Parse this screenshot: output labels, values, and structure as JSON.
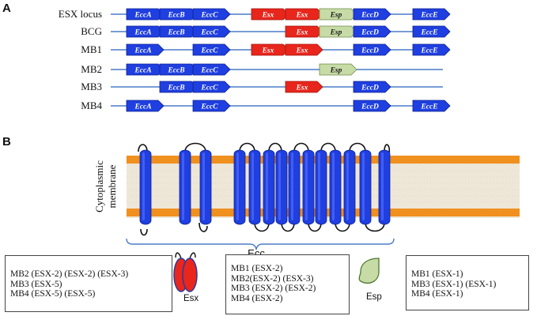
{
  "panel_a": {
    "label": "A",
    "rows": [
      {
        "name": "ESX locus",
        "genes": [
          "EccA",
          "EccB",
          "EccC",
          "Esx",
          "Esx",
          "Esp",
          "EccD",
          "EccE"
        ]
      },
      {
        "name": "BCG",
        "genes": [
          "EccA",
          "EccB",
          "EccC",
          "Esx",
          "Esp",
          "EccD",
          "EccE"
        ]
      },
      {
        "name": "MB1",
        "genes": [
          "EccA",
          "EccC",
          "Esx",
          "Esx",
          "EccD",
          "EccE"
        ]
      },
      {
        "name": "MB2",
        "genes": [
          "EccA",
          "EccB",
          "EccC",
          "Esp"
        ]
      },
      {
        "name": "MB3",
        "genes": [
          "EccB",
          "EccC",
          "Esx",
          "EccD"
        ]
      },
      {
        "name": "MB4",
        "genes": [
          "EccA",
          "EccC",
          "EccD",
          "EccE"
        ]
      }
    ]
  },
  "panel_b": {
    "label": "B",
    "membrane_label": [
      "Cytoplasmic",
      "membrane"
    ],
    "ecc_label": "Ecc",
    "esx_label": "Esx",
    "esp_label": "Esp",
    "box_left": [
      "MB2 (ESX-2) (ESX-2) (ESX-3)",
      "MB3 (ESX-5)",
      "MB4 (ESX-5) (ESX-5)"
    ],
    "box_middle": [
      "MB1 (ESX-2)",
      "MB2(ESX-2) (ESX-3)",
      "MB3 (ESX-2) (ESX-2)",
      "MB4 (ESX-2)"
    ],
    "box_right": [
      "MB1 (ESX-1)",
      "MB3 (ESX-1) (ESX-1)",
      "MB4 (ESX-1)"
    ]
  },
  "colors": {
    "ecc": "#1f3fe0",
    "esx": "#e8261c",
    "esp": "#c7dba6",
    "line": "#4a7cc7",
    "membrane_orange": "#f0901e",
    "membrane_fill": "#eee7d8",
    "ecc_text": "#ffffff",
    "esx_text": "#ffffff",
    "esp_text": "#1a1a1a"
  }
}
